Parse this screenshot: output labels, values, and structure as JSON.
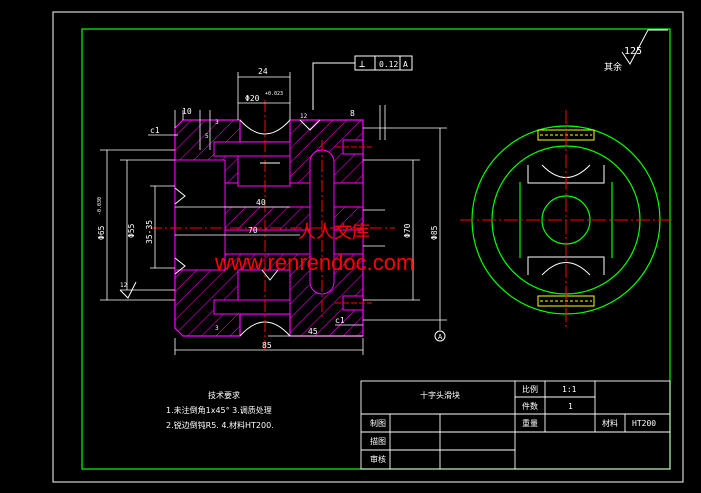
{
  "watermark": {
    "line1": "人人文库",
    "line2": "www.renrendoc.com"
  },
  "roughness": {
    "value": "125",
    "label": "其余"
  },
  "tolerance_frame": {
    "symbol": "⊥",
    "value": "0.12",
    "datum": "A"
  },
  "dims": {
    "d24": "24",
    "d10": "10",
    "d8": "8",
    "d40": "40",
    "d70": "70",
    "d45": "45",
    "d85": "85",
    "d20": "Φ20",
    "d20_tol": "+0.023",
    "d65": "Φ65",
    "d65_tol": "-0.030",
    "d55": "Φ55",
    "d3535": "35-35",
    "d70v": "Φ70",
    "d85v": "Φ85",
    "c1": "c1",
    "c1b": "c1",
    "d5": "5",
    "d3": "3",
    "d12": "12",
    "d12b": "12",
    "d33": "3",
    "datumA": "A"
  },
  "notes": {
    "title": "技术要求",
    "line1": "1.未注倒角1x45°  3.调质处理",
    "line2": "2.锐边倒钝R5.   4.材料HT200."
  },
  "title_block": {
    "part_name": "十字头滑块",
    "scale_label": "比例",
    "scale_value": "1:1",
    "qty_label": "件数",
    "qty_value": "1",
    "drawn_label": "制图",
    "checked_label": "描图",
    "approved_label": "审核",
    "weight_label": "重量",
    "material_label": "材料",
    "material_value": "HT200"
  },
  "colors": {
    "frame": "#00ff00",
    "part": "#ff00ff",
    "hatch": "#ff00ff",
    "center": "#ff0000",
    "dim": "#ffffff",
    "key": "#ffff00",
    "watermark": "#ff0000"
  }
}
